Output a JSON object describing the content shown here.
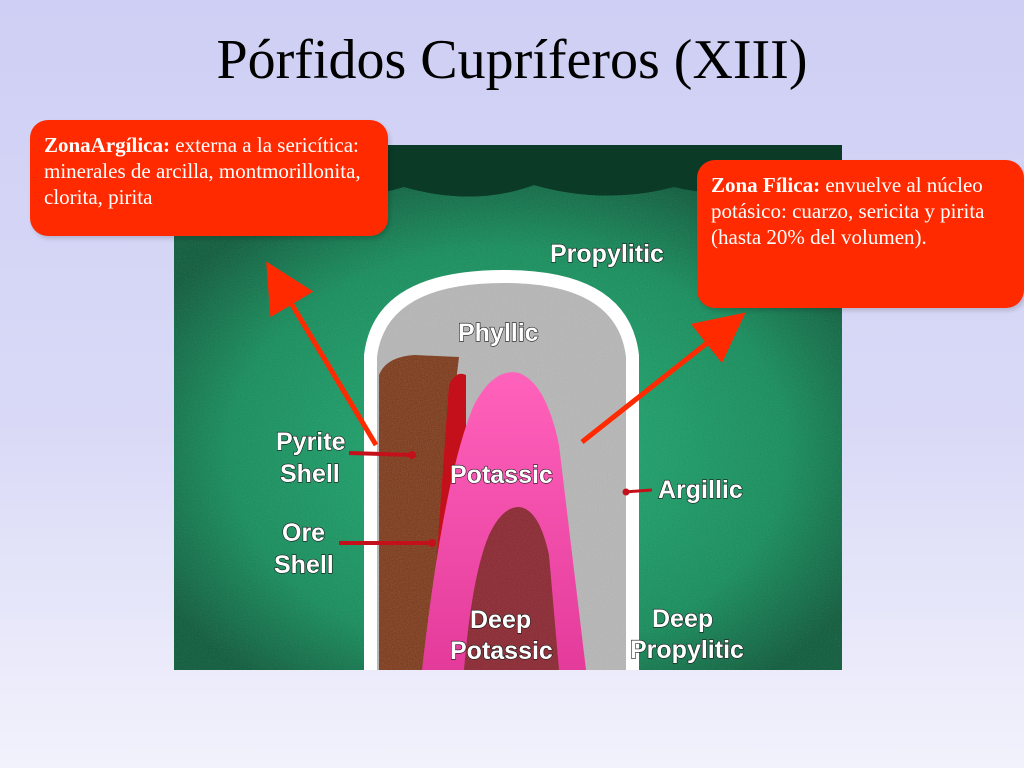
{
  "slide": {
    "title": "Pórfidos Cupríferos (XIII)"
  },
  "callouts": {
    "argilica": {
      "heading": "ZonaArgílica:",
      "text": " externa a la sericítica: minerales de arcilla, montmorillonita, clorita, pirita"
    },
    "filica": {
      "heading": "Zona Fílica:",
      "text": " envuelve al núcleo potásico: cuarzo, sericita y pirita (hasta 20% del volumen)."
    }
  },
  "diagram": {
    "labels": {
      "propylitic": "Propylitic",
      "phyllic": "Phyllic",
      "pyrite_shell_1": "Pyrite",
      "pyrite_shell_2": "Shell",
      "potassic": "Potassic",
      "argillic": "Argillic",
      "ore_shell_1": "Ore",
      "ore_shell_2": "Shell",
      "deep_potassic_1": "Deep",
      "deep_potassic_2": "Potassic",
      "deep_propylitic_1": "Deep",
      "deep_propylitic_2": "Propylitic"
    }
  },
  "colors": {
    "callout": "#ff2a00",
    "propylitic": "#17905e",
    "phyllic": "#b9b9b9",
    "potassic": "#ee4aa8",
    "deep_potassic": "#8a2630",
    "pyrite_shell": "#7a3312",
    "ore_shell": "#c4101a",
    "argillic": "#ffffff"
  }
}
